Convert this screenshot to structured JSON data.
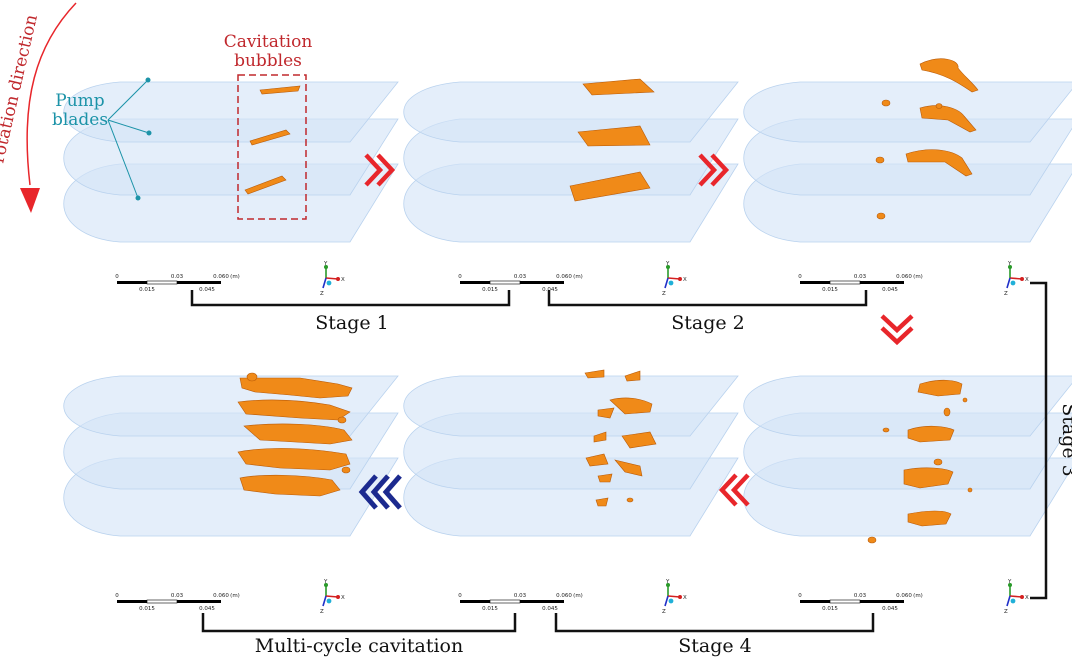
{
  "annotations": {
    "rotation": "rotation direction",
    "cavitation_line1": "Cavitation",
    "cavitation_line2": "bubbles",
    "pump_line1": "Pump",
    "pump_line2": "blades"
  },
  "stages": {
    "stage1": "Stage 1",
    "stage2": "Stage 2",
    "stage3": "Stage 3",
    "stage4": "Stage 4",
    "multi": "Multi-cycle cavitation"
  },
  "scale_bar": {
    "top_labels": [
      "0",
      "0.03",
      "0.060",
      "(m)"
    ],
    "bottom_labels": [
      "0.015",
      "0.045"
    ]
  },
  "axes_triad": {
    "y": "Y",
    "x": "X",
    "z": "Z"
  },
  "colors": {
    "bubble": "#f08a18",
    "blade": "#d3e4f7",
    "arrow_red": "#e8262b",
    "arrow_navy": "#1c2a8f",
    "annotation_red": "#c0282d",
    "annotation_blue": "#1c93a8"
  }
}
